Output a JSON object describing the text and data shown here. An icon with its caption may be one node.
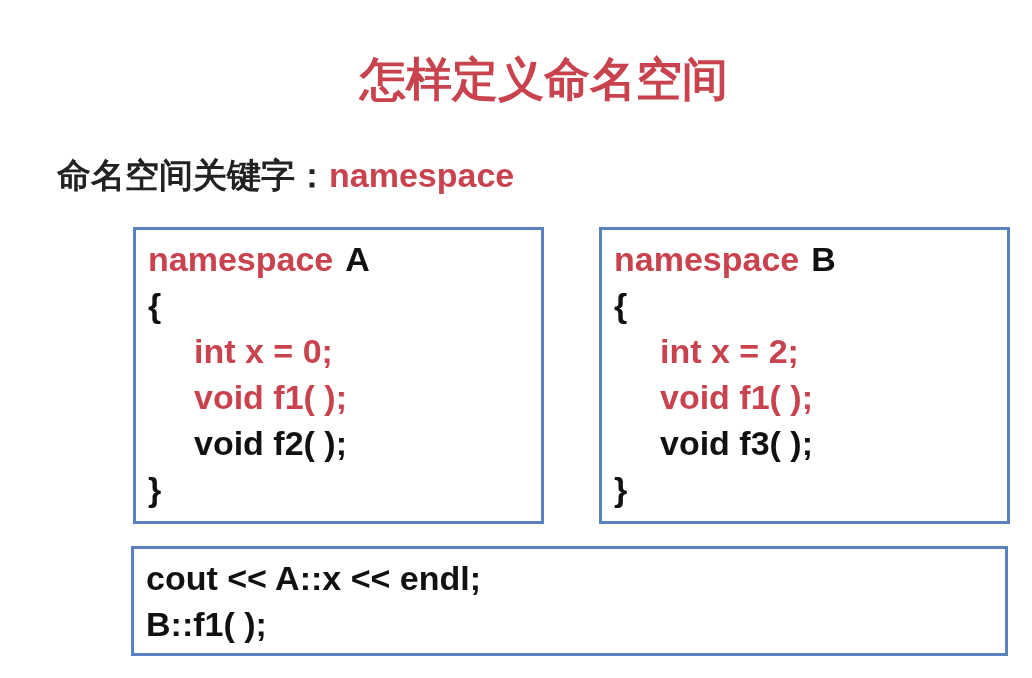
{
  "diagram": {
    "title": "怎样定义命名空间",
    "nodes": [
      {
        "text": [
          "namespace",
          "A",
          "{",
          "int x = 0;",
          "void f1( );",
          "void f2( );",
          "}"
        ]
      },
      {
        "text": [
          "namespace",
          "B",
          "{",
          "int x = 2;",
          "void f1( );",
          "void f3( );",
          "}"
        ]
      },
      {
        "text": [
          "cout << A::x << endl;",
          "B::f1( );"
        ]
      }
    ],
    "labels": [
      "命名空间关键字：",
      "namespace"
    ]
  }
}
